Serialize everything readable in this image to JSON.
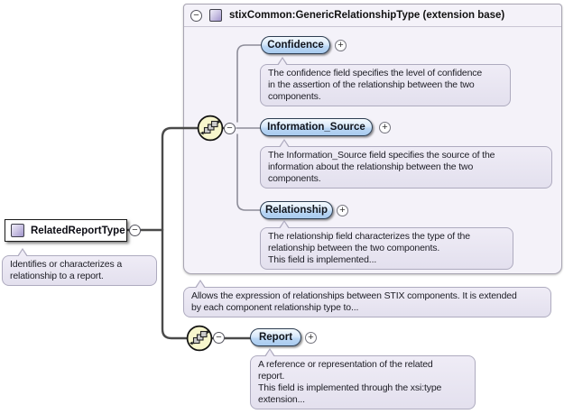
{
  "colors": {
    "extension_box_fill": "#f4f2f9",
    "extension_box_border": "#a8a5b2",
    "note_fill": "#e7e4f1",
    "note_border": "#aeabbf",
    "element_pill_blue_top": "#f5fafe",
    "element_pill_blue_bottom": "#a9cbef",
    "sequence_icon_fill": "#f7f6cd",
    "type_icon_purple": "#a195cc",
    "connector_dark": "#4a4a4a",
    "connector_light": "#8d8d99"
  },
  "icons": {
    "collapse_glyph": "−",
    "expand_glyph": "+"
  },
  "root": {
    "label": "RelatedReportType",
    "note": "Identifies or characterizes a\nrelationship to a report."
  },
  "extension": {
    "header": "stixCommon:GenericRelationshipType (extension base)",
    "note": "Allows the expression of relationships between STIX components. It is extended\nby each component relationship type to...",
    "children": [
      {
        "label": "Confidence",
        "note": "The confidence field specifies the level of confidence\nin the assertion of the relationship between the two\ncomponents."
      },
      {
        "label": "Information_Source",
        "note": "The Information_Source field specifies the source of the\ninformation about the relationship between the two\ncomponents."
      },
      {
        "label": "Relationship",
        "note": "The relationship field characterizes the type of the\nrelationship between the two components.\nThis field is implemented..."
      }
    ]
  },
  "report": {
    "label": "Report",
    "note": "A reference or representation of the related\nreport.\nThis field is implemented through the xsi:type\nextension..."
  }
}
